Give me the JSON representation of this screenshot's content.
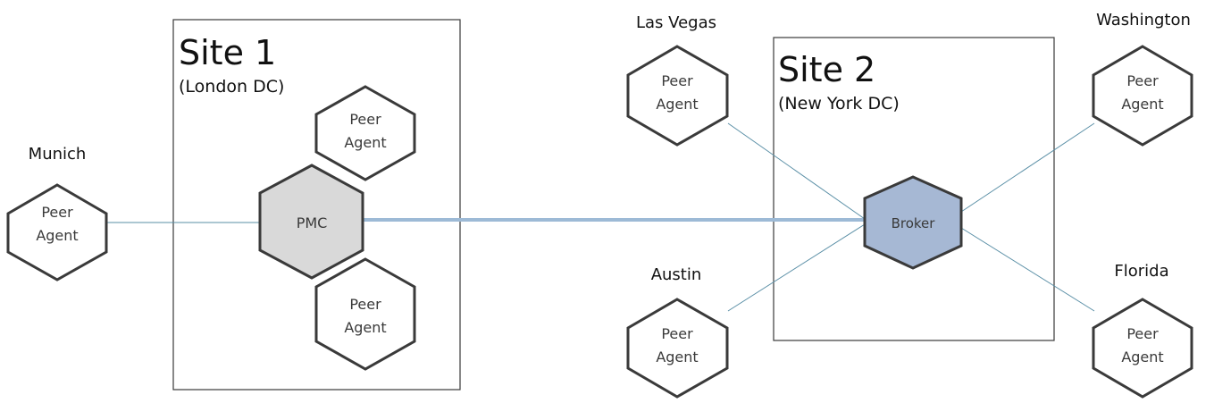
{
  "sites": [
    {
      "id": "site1",
      "title": "Site 1",
      "subtitle": "(London DC)"
    },
    {
      "id": "site2",
      "title": "Site 2",
      "subtitle": "(New York DC)"
    }
  ],
  "nodes": {
    "munich": {
      "location": "Munich",
      "line1": "Peer",
      "line2": "Agent"
    },
    "site1_top": {
      "line1": "Peer",
      "line2": "Agent"
    },
    "site1_bot": {
      "line1": "Peer",
      "line2": "Agent"
    },
    "pmc": {
      "label": "PMC"
    },
    "broker": {
      "label": "Broker"
    },
    "las_vegas": {
      "location": "Las Vegas",
      "line1": "Peer",
      "line2": "Agent"
    },
    "austin": {
      "location": "Austin",
      "line1": "Peer",
      "line2": "Agent"
    },
    "washington": {
      "location": "Washington",
      "line1": "Peer",
      "line2": "Agent"
    },
    "florida": {
      "location": "Florida",
      "line1": "Peer",
      "line2": "Agent"
    }
  },
  "colors": {
    "pmc_fill": "#d9d9d9",
    "broker_fill": "#a6b8d4",
    "link_thick": "#9dbad6",
    "link_thin": "#5a8fa6",
    "outline": "#3a3a3a"
  }
}
